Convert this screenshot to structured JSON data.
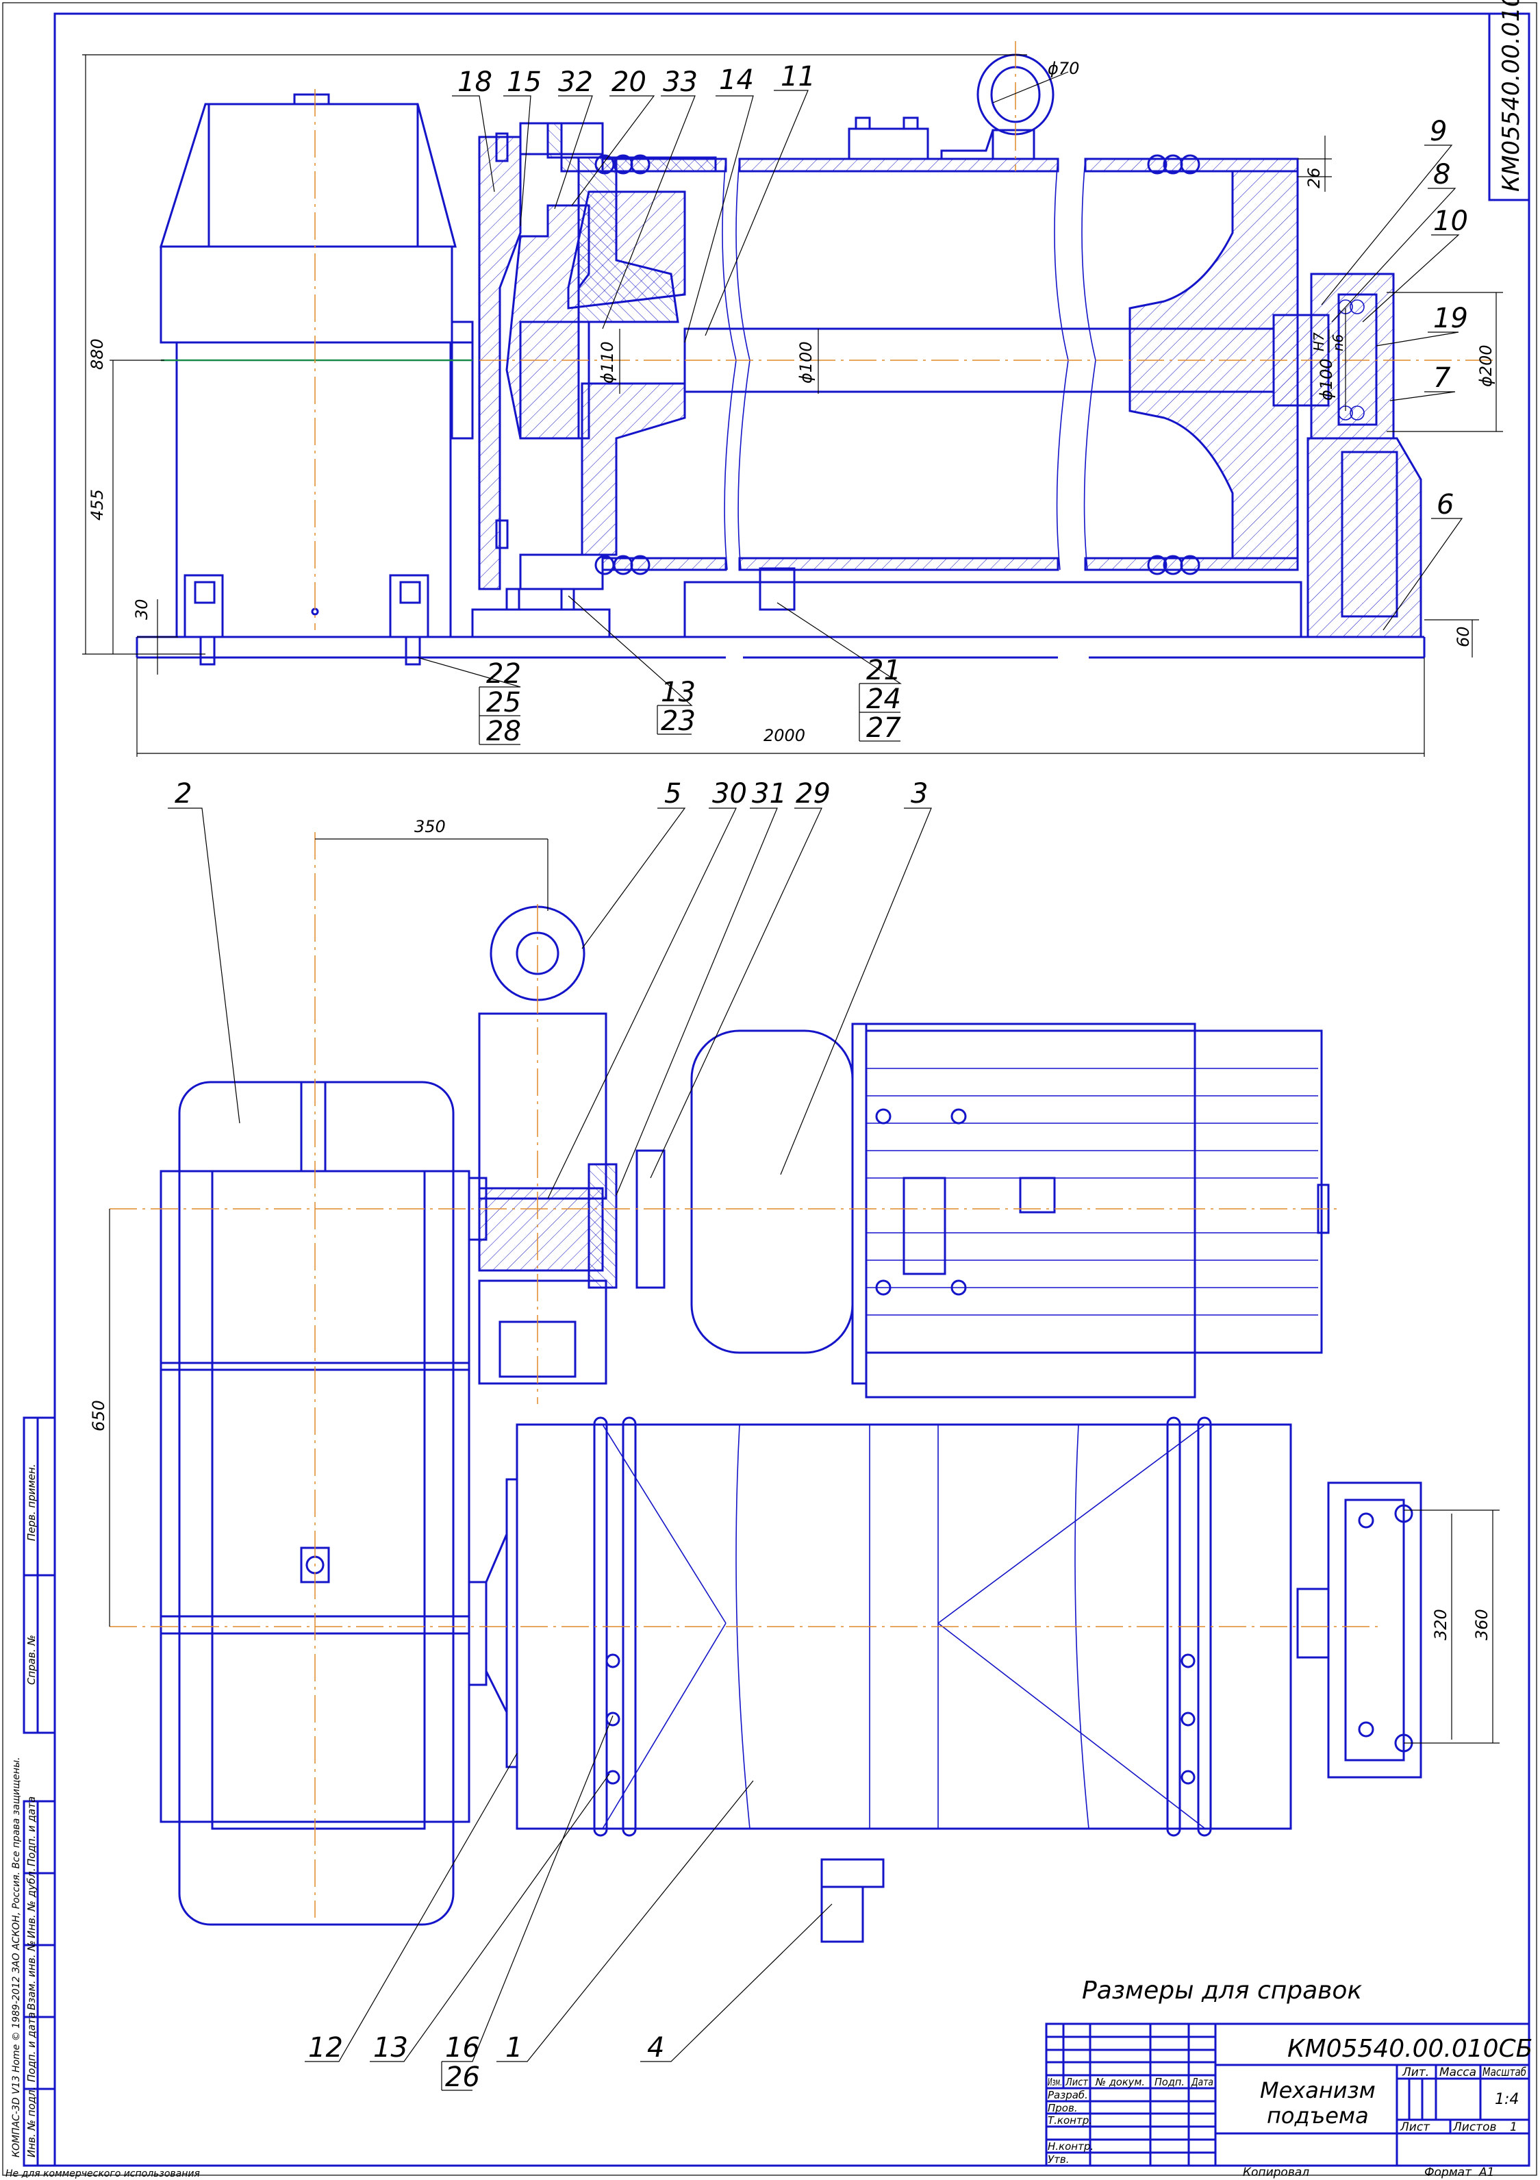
{
  "doc_code": "КМ05540.00.010СБ",
  "note": "Размеры для справок",
  "title_block": {
    "code": "КМ05540.00.010СБ",
    "name_line1": "Механизм",
    "name_line2": "подъема",
    "headers": {
      "izm": "Изм.",
      "list": "Лист",
      "doc_no": "№ докум.",
      "sign": "Подп.",
      "date": "Дата"
    },
    "roles": [
      "Разраб.",
      "Пров.",
      "Т.контр.",
      "Н.контр.",
      "Утв."
    ],
    "lit_label": "Лит.",
    "mass_label": "Масса",
    "scale_label": "Масштаб",
    "scale_value": "1:4",
    "sheet_label": "Лист",
    "sheets_label": "Листов",
    "sheets_value": "1"
  },
  "footer": {
    "copied": "Копировал",
    "format_label": "Формат",
    "format_value": "A1",
    "noncommercial": "Не для коммерческого использования"
  },
  "side_stamp": {
    "first_use": "Перв. примен.",
    "ref_no": "Справ. №",
    "inv_orig": "Инв. № подл.",
    "sign_date1": "Подп. и дата",
    "replace_inv": "Взам. инв. №",
    "inv_dup": "Инв. № дубл.",
    "sign_date2": "Подп. и дата",
    "copyright": "КОМПАС-3D V13 Home © 1989-2012 ЗАО АСКОН, Россия. Все права защищены."
  },
  "callouts": {
    "top": [
      "18",
      "15",
      "32",
      "20",
      "33",
      "14",
      "11",
      "9",
      "8",
      "10",
      "19",
      "7",
      "6",
      "21",
      "24",
      "27",
      "13",
      "23",
      "22",
      "25",
      "28"
    ],
    "bottom": [
      "2",
      "5",
      "30",
      "31",
      "29",
      "3",
      "12",
      "13",
      "16",
      "26",
      "1",
      "4"
    ]
  },
  "dimensions": {
    "d880": "880",
    "d455": "455",
    "d30": "30",
    "phi70": "ϕ70",
    "d26": "26",
    "phi110": "ϕ110",
    "phi100": "ϕ100",
    "phi100_fit": "ϕ100",
    "fit_h": "H7",
    "fit_n": "n6",
    "phi200": "ϕ200",
    "d60": "60",
    "d2000": "2000",
    "d350": "350",
    "d650": "650",
    "d320": "320",
    "d360": "360"
  }
}
